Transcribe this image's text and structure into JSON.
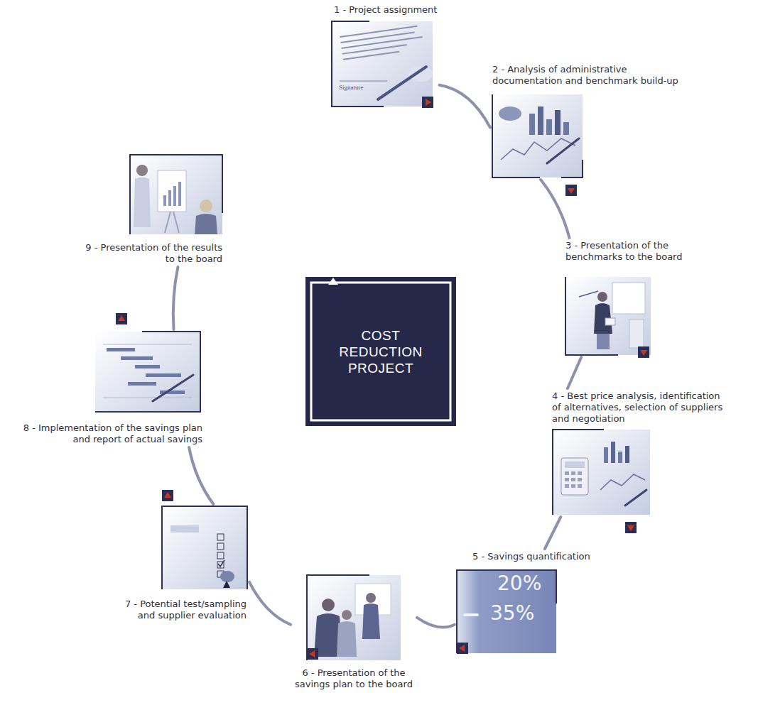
{
  "diagram": {
    "nodes": [
      {
        "text": [
          "1 - Project assignment"
        ]
      },
      {
        "text": [
          "2 - Analysis of administrative documentation and benchmark build-up"
        ]
      },
      {
        "text": [
          "3 - Presentation of the benchmarks to the board"
        ]
      },
      {
        "text": [
          "4 - Best price analysis, identification of alternatives, selection of suppliers and negotiation"
        ]
      },
      {
        "text": [
          "5 - Savings quantification"
        ]
      },
      {
        "text": [
          "6 - Presentation of the savings plan to the board"
        ]
      },
      {
        "text": [
          "7 - Potential test/sampling and supplier evaluation"
        ]
      },
      {
        "text": [
          "8 - Implementation of the savings plan and report of actual savings"
        ]
      },
      {
        "text": [
          "9 - Presentation of the results to the board"
        ]
      },
      {
        "text": [
          "COST REDUCTION PROJECT"
        ]
      }
    ],
    "edges": [
      {
        "from": 0,
        "to": 1,
        "arrow": "none"
      },
      {
        "from": 1,
        "to": 2,
        "arrow": "none"
      },
      {
        "from": 2,
        "to": 3,
        "arrow": "none"
      },
      {
        "from": 3,
        "to": 4,
        "arrow": "none"
      },
      {
        "from": 4,
        "to": 5,
        "arrow": "none"
      },
      {
        "from": 5,
        "to": 6,
        "arrow": "none"
      },
      {
        "from": 6,
        "to": 7,
        "arrow": "none"
      },
      {
        "from": 7,
        "to": 8,
        "arrow": "none"
      }
    ],
    "labels": [
      "Signature",
      "20%",
      "35%"
    ]
  }
}
